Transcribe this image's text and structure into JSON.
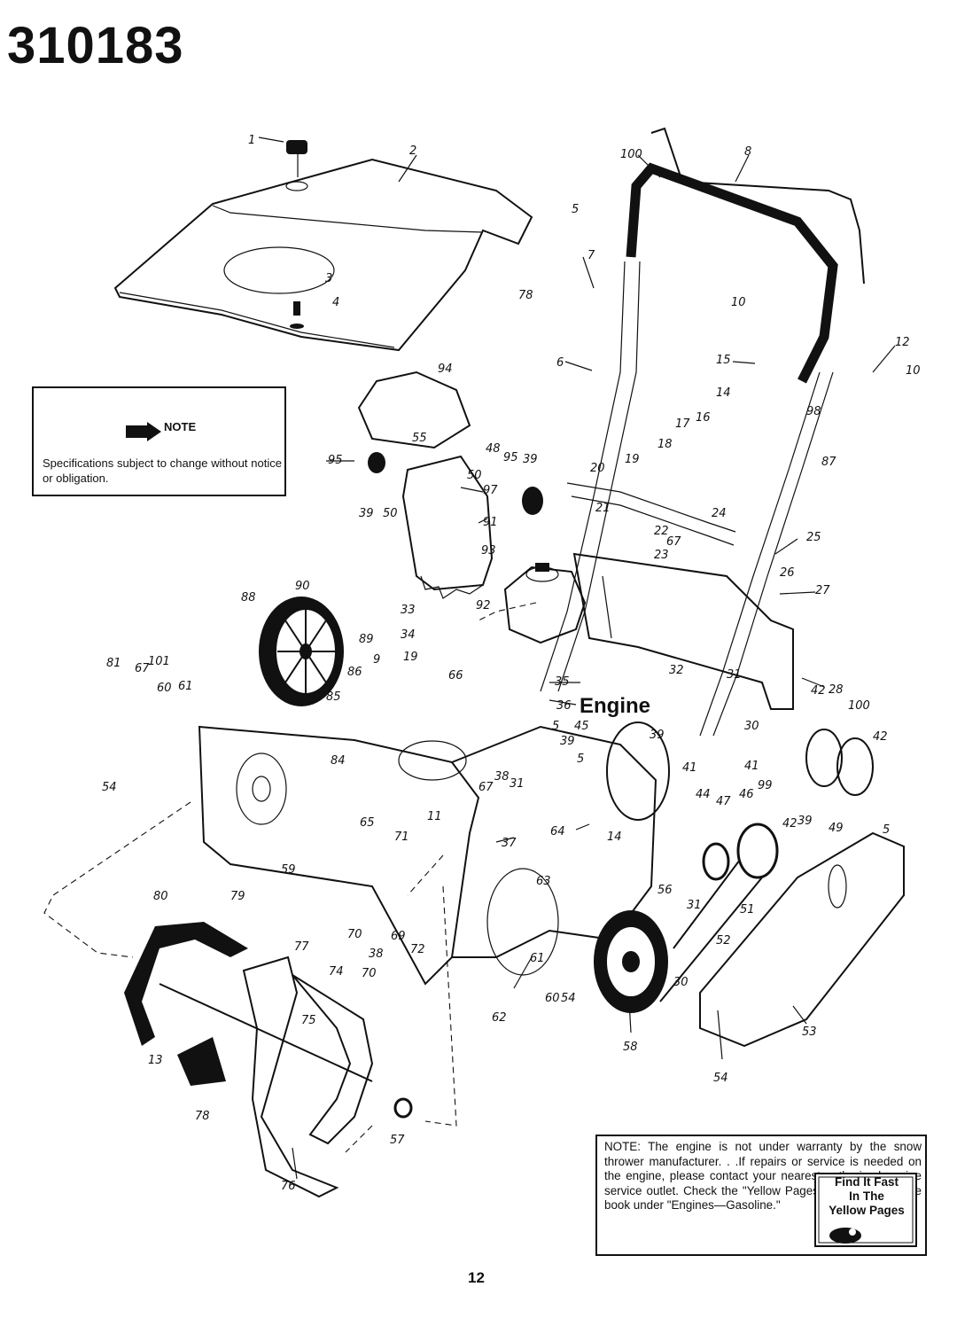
{
  "model_number": "310183",
  "note": {
    "label": "NOTE",
    "text": "Specifications subject to change without notice or obligation."
  },
  "engine_label": "Engine",
  "warranty_note": {
    "text": "NOTE: The engine is not under warranty by the snow thrower manufacturer. . .If repairs or service is needed on the engine, please contact your nearest authorized engine service outlet. Check the \"Yellow Pages\" of your telephone book under \"Engines—Gasoline.\"",
    "badge_line1": "Find It Fast",
    "badge_line2": "In The",
    "badge_line3": "Yellow Pages"
  },
  "page_number": "12",
  "callouts": [
    "1",
    "2",
    "3",
    "4",
    "5",
    "6",
    "7",
    "8",
    "9",
    "10",
    "11",
    "12",
    "13",
    "14",
    "15",
    "16",
    "17",
    "18",
    "19",
    "20",
    "21",
    "22",
    "23",
    "24",
    "25",
    "26",
    "27",
    "28",
    "30",
    "31",
    "32",
    "33",
    "34",
    "35",
    "36",
    "37",
    "38",
    "39",
    "41",
    "42",
    "44",
    "45",
    "46",
    "47",
    "48",
    "49",
    "50",
    "51",
    "52",
    "53",
    "54",
    "55",
    "56",
    "57",
    "58",
    "60",
    "61",
    "62",
    "63",
    "64",
    "65",
    "66",
    "67",
    "69",
    "70",
    "71",
    "72",
    "74",
    "75",
    "76",
    "77",
    "78",
    "79",
    "80",
    "81",
    "84",
    "85",
    "86",
    "87",
    "88",
    "89",
    "90",
    "91",
    "92",
    "93",
    "94",
    "95",
    "97",
    "98",
    "99",
    "100",
    "101"
  ]
}
